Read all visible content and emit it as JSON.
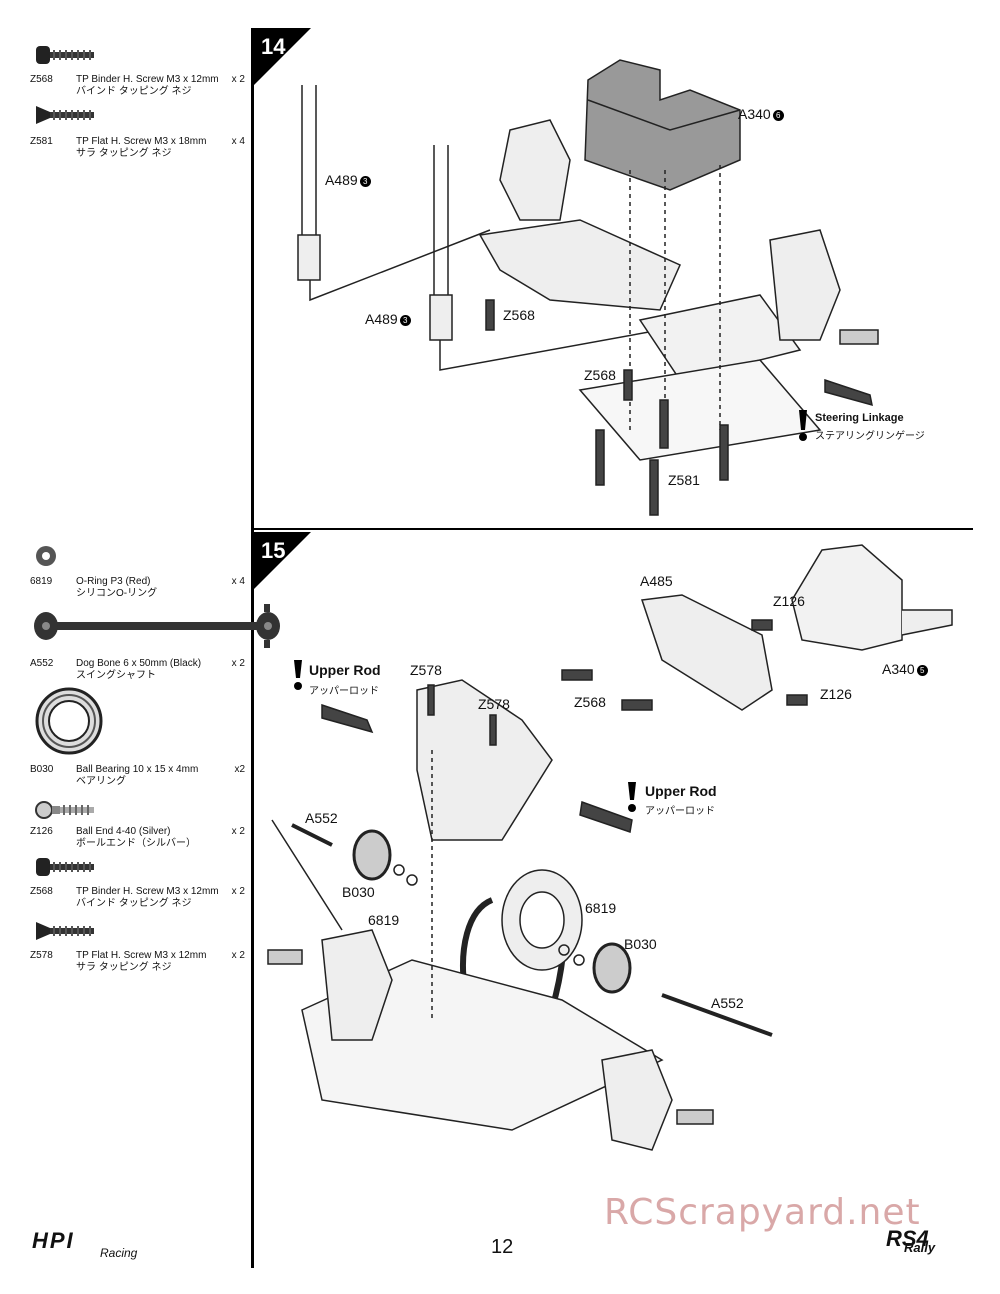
{
  "page_number": "12",
  "watermark": "RCScrapyard.net",
  "logos": {
    "hpi": "HPI",
    "hpi_sub": "Racing",
    "rs4": "RS4",
    "rs4_sub": "Rally"
  },
  "step14": {
    "number": "14",
    "parts": [
      {
        "code": "Z568",
        "name": "TP Binder H. Screw M3 x 12mm",
        "jp": "バインド タッピング ネジ",
        "qty": "x 2"
      },
      {
        "code": "Z581",
        "name": "TP Flat H. Screw M3 x 18mm",
        "jp": "サラ タッピング ネジ",
        "qty": "x 4"
      }
    ],
    "labels": {
      "a340": "A340",
      "a340_bag": "6",
      "a489_top": "A489",
      "a489_top_bag": "3",
      "a489_bottom": "A489",
      "a489_bottom_bag": "3",
      "z568_a": "Z568",
      "z568_b": "Z568",
      "z581": "Z581",
      "steering_title": "Steering Linkage",
      "steering_jp": "ステアリングリンゲージ"
    }
  },
  "step15": {
    "number": "15",
    "parts": [
      {
        "code": "6819",
        "name": "O-Ring P3 (Red)",
        "jp": "シリコンO-リング",
        "qty": "x 4"
      },
      {
        "code": "A552",
        "name": "Dog Bone 6 x 50mm (Black)",
        "jp": "スイングシャフト",
        "qty": "x 2"
      },
      {
        "code": "B030",
        "name": "Ball Bearing 10 x 15 x 4mm",
        "jp": "ベアリング",
        "qty": "x2"
      },
      {
        "code": "Z126",
        "name": "Ball End 4-40 (Silver)",
        "jp": "ボールエンド（シルバー）",
        "qty": "x 2"
      },
      {
        "code": "Z568",
        "name": "TP Binder H. Screw M3 x 12mm",
        "jp": "バインド タッピング ネジ",
        "qty": "x 2"
      },
      {
        "code": "Z578",
        "name": "TP Flat H. Screw M3 x 12mm",
        "jp": "サラ タッピング ネジ",
        "qty": "x 2"
      }
    ],
    "labels": {
      "a485": "A485",
      "z126_a": "Z126",
      "z126_b": "Z126",
      "z568": "Z568",
      "a340": "A340",
      "a340_bag": "5",
      "upper_rod_left": "Upper Rod",
      "upper_rod_left_jp": "アッパーロッド",
      "upper_rod_right": "Upper Rod",
      "upper_rod_right_jp": "アッパーロッド",
      "z578_a": "Z578",
      "z578_b": "Z578",
      "a552_left": "A552",
      "b030_left": "B030",
      "o6819_left": "6819",
      "o6819_right": "6819",
      "b030_right": "B030",
      "a552_right": "A552"
    }
  }
}
